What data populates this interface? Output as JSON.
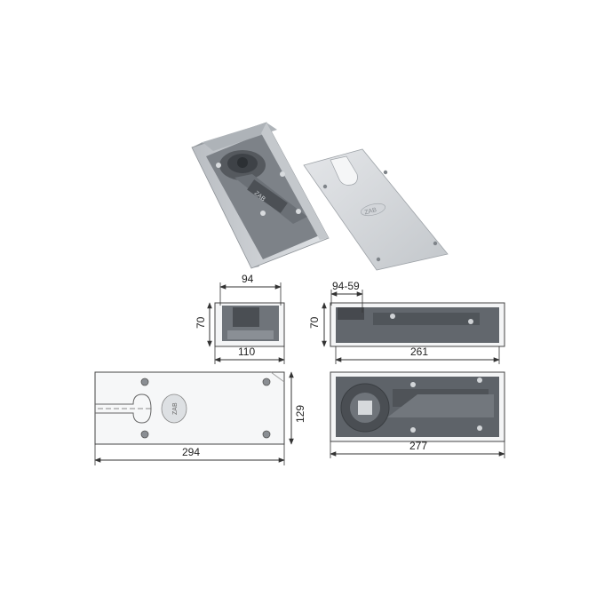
{
  "product": {
    "cover_logo": "ZAB",
    "plate_logo": "ZAB"
  },
  "dimensions": {
    "end_view_inner_width": "94",
    "end_view_height": "70",
    "end_view_outer_width": "110",
    "side_view_offset": "94-59",
    "side_view_height": "70",
    "side_view_length": "261",
    "cover_plate_length": "294",
    "cover_plate_width": "129",
    "top_view_length": "277"
  },
  "colors": {
    "line": "#333333",
    "steel": "#c9ccd0",
    "steel_dark": "#8e9398",
    "mechanism": "#5b6066"
  }
}
